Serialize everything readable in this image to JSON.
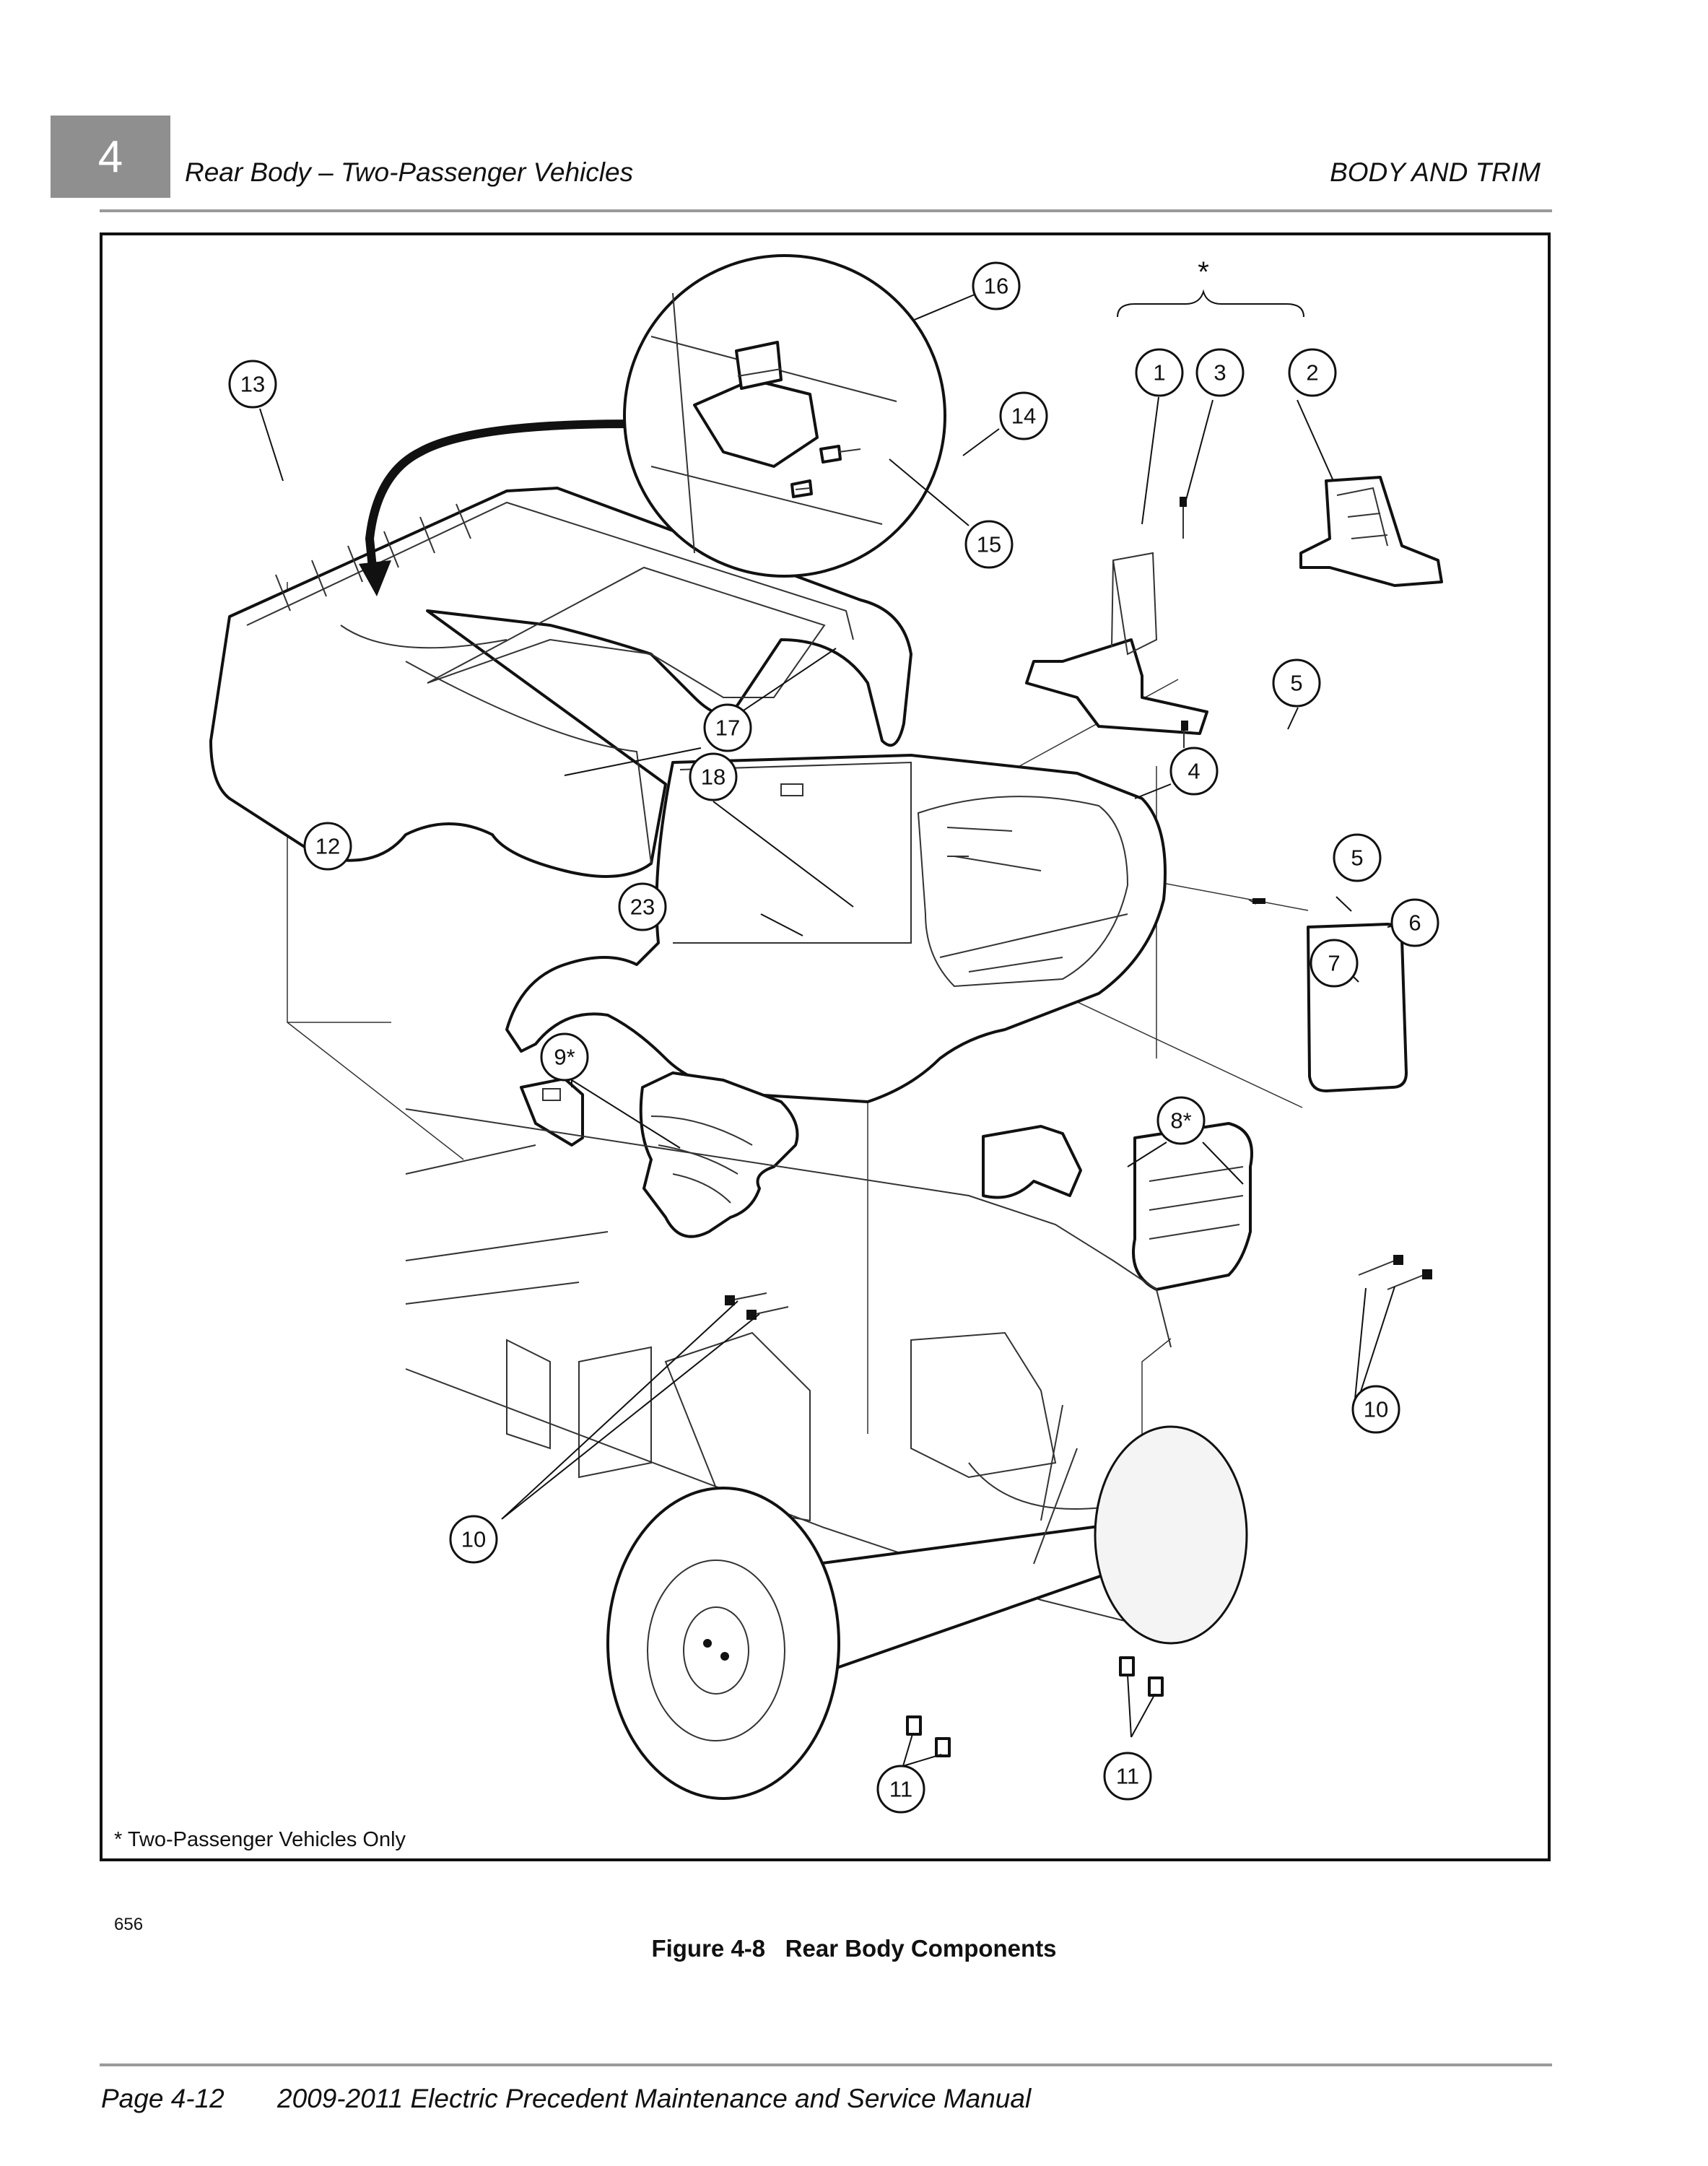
{
  "header": {
    "chapter_number": "4",
    "section_title": "Rear Body – Two-Passenger Vehicles",
    "section_name": "BODY AND TRIM"
  },
  "figure": {
    "callouts": [
      "16",
      "14",
      "15",
      "13",
      "1",
      "3",
      "2",
      "5",
      "4",
      "17",
      "12",
      "18",
      "23",
      "5",
      "6",
      "7",
      "9*",
      "8*",
      "10",
      "10",
      "11",
      "11"
    ],
    "group_mark": "*",
    "footnote": "* Two-Passenger Vehicles Only",
    "drawing_number": "656",
    "caption": "Figure 4-8   Rear Body Components"
  },
  "footer": {
    "page_number": "Page 4-12",
    "manual_title": "2009-2011 Electric Precedent Maintenance and Service Manual"
  }
}
